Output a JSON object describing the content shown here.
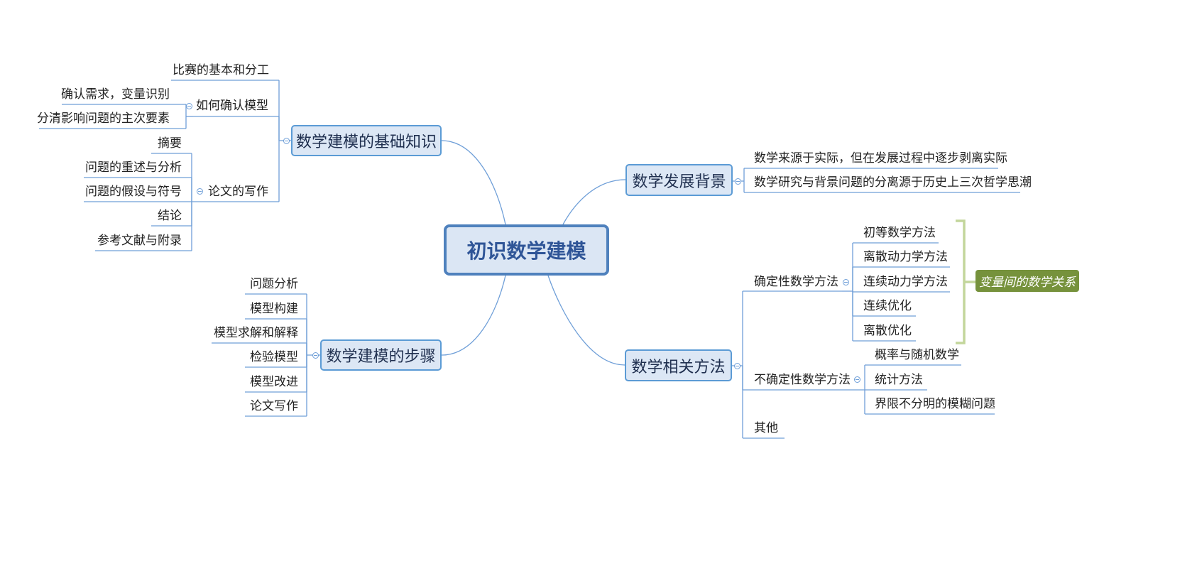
{
  "central": {
    "label": "初识数学建模"
  },
  "branches": {
    "basics": {
      "label": "数学建模的基础知识"
    },
    "steps": {
      "label": "数学建模的步骤"
    },
    "background": {
      "label": "数学发展背景"
    },
    "methods": {
      "label": "数学相关方法"
    }
  },
  "basics": {
    "competition": "比赛的基本和分工",
    "confirm_model": {
      "label": "如何确认模型",
      "items": [
        "确认需求，变量识别",
        "分清影响问题的主次要素"
      ]
    },
    "paper_writing": {
      "label": "论文的写作",
      "items": [
        "摘要",
        "问题的重述与分析",
        "问题的假设与符号",
        "结论",
        "参考文献与附录"
      ]
    }
  },
  "steps": {
    "items": [
      "问题分析",
      "模型构建",
      "模型求解和解释",
      "检验模型",
      "模型改进",
      "论文写作"
    ]
  },
  "background": {
    "items": [
      "数学来源于实际，但在发展过程中逐步剥离实际",
      "数学研究与背景问题的分离源于历史上三次哲学思潮"
    ]
  },
  "methods": {
    "deterministic": {
      "label": "确定性数学方法",
      "items": [
        "初等数学方法",
        "离散动力学方法",
        "连续动力学方法",
        "连续优化",
        "离散优化"
      ],
      "summary": "变量间的数学关系"
    },
    "uncertain": {
      "label": "不确定性数学方法",
      "items": [
        "概率与随机数学",
        "统计方法",
        "界限不分明的模糊问题"
      ]
    },
    "other": "其他"
  },
  "colors": {
    "connector": "#6f9fd8",
    "central_border": "#4f81bd",
    "central_fill": "#dbe6f4",
    "central_text": "#2f5597",
    "branch_fill": "#dce7f5",
    "summary_fill": "#76923c",
    "summary_bracket": "#c3d69b"
  }
}
